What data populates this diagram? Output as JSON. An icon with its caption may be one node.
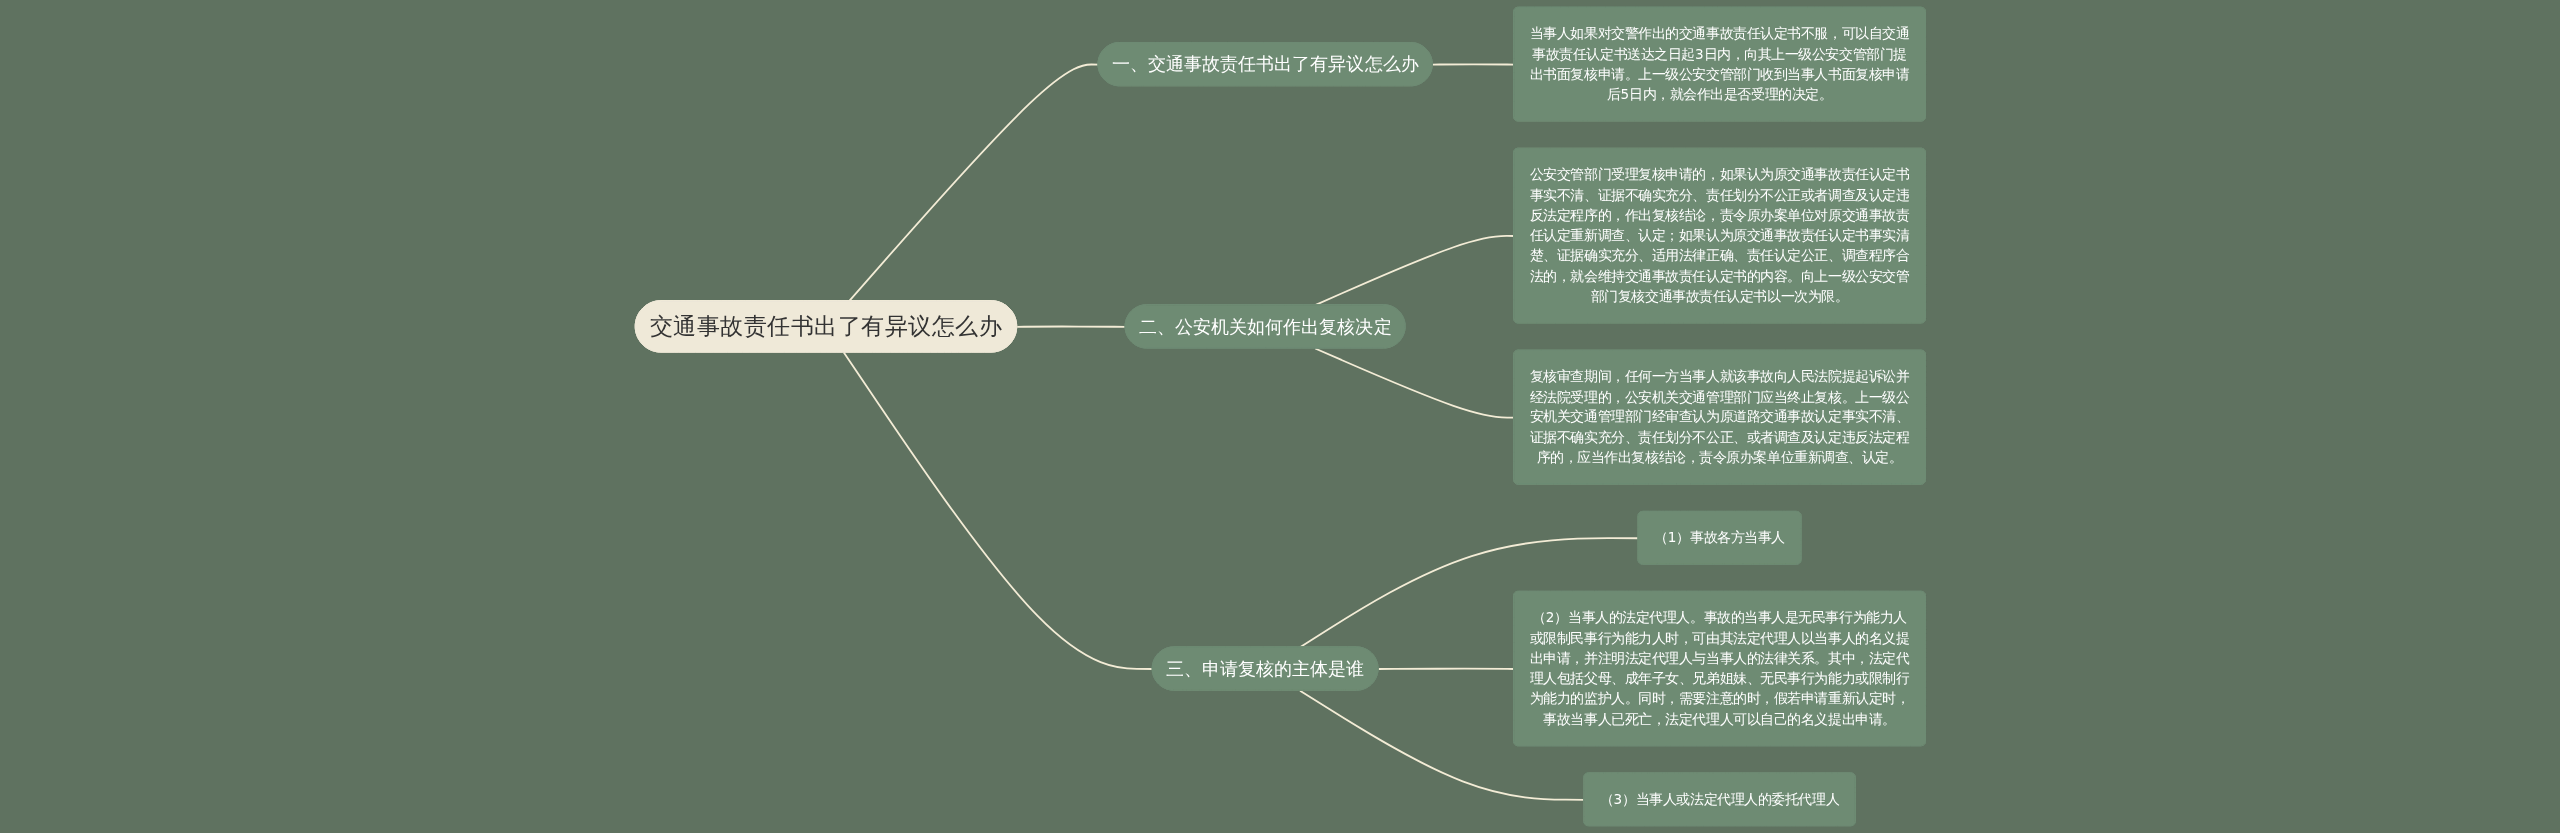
{
  "diagram": {
    "nodes": [
      {
        "text": [
          "交通事故责任书出了有异议怎么办"
        ]
      },
      {
        "text": [
          "一、交通事故责任书出了有异议怎么办"
        ]
      },
      {
        "text": [
          "当事人如果对交警作出的交通事故责任认定书不服，可以自交通事故责任认定书送达之日起3日内，向其上一级公安交管部门提出书面复核申请。上一级公安交管部门收到当事人书面复核申请后5日内，就会作出是否受理的决定。"
        ]
      },
      {
        "text": [
          "二、公安机关如何作出复核决定"
        ]
      },
      {
        "text": [
          "公安交管部门受理复核申请的，如果认为原交通事故责任认定书事实不清、证据不确实充分、责任划分不公正或者调查及认定违反法定程序的，作出复核结论，责令原办案单位对原交通事故责任认定重新调查、认定；如果认为原交通事故责任认定书事实清楚、证据确实充分、适用法律正确、责任认定公正、调查程序合法的，就会维持交通事故责任认定书的内容。向上一级公安交管部门复核交通事故责任认定书以一次为限。"
        ]
      },
      {
        "text": [
          "复核审查期间，任何一方当事人就该事故向人民法院提起诉讼并经法院受理的，公安机关交通管理部门应当终止复核。上一级公安机关交通管理部门经审查认为原道路交通事故认定事实不清、证据不确实充分、责任划分不公正、或者调查及认定违反法定程序的，应当作出复核结论，责令原办案单位重新调查、认定。"
        ]
      },
      {
        "text": [
          "三、申请复核的主体是谁"
        ]
      },
      {
        "text": [
          "（1）事故各方当事人"
        ]
      },
      {
        "text": [
          "（2）当事人的法定代理人。事故的当事人是无民事行为能力人或限制民事行为能力人时，可由其法定代理人以当事人的名义提出申请，并注明法定代理人与当事人的法律关系。其中，法定代理人包括父母、成年子女、兄弟姐妹、无民事行为能力或限制行为能力的监护人。同时，需要注意的时，假若申请重新认定时，事故当事人已死亡，法定代理人可以自己的名义提出申请。"
        ]
      },
      {
        "text": [
          "（3）当事人或法定代理人的委托代理人"
        ]
      }
    ],
    "edges": [
      {
        "from": 0,
        "to": 1,
        "arrow": "none"
      },
      {
        "from": 1,
        "to": 2,
        "arrow": "none"
      },
      {
        "from": 0,
        "to": 3,
        "arrow": "none"
      },
      {
        "from": 3,
        "to": 4,
        "arrow": "none"
      },
      {
        "from": 3,
        "to": 5,
        "arrow": "none"
      },
      {
        "from": 0,
        "to": 6,
        "arrow": "none"
      },
      {
        "from": 6,
        "to": 7,
        "arrow": "none"
      },
      {
        "from": 6,
        "to": 8,
        "arrow": "none"
      },
      {
        "from": 6,
        "to": 9,
        "arrow": "none"
      }
    ]
  }
}
